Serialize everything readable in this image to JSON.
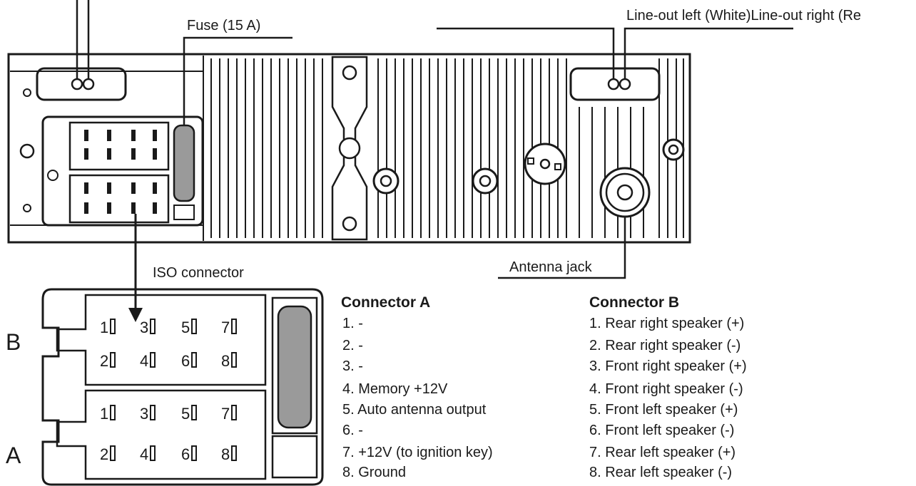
{
  "labels": {
    "fuse": "Fuse (15 A)",
    "line_out": "Line-out left (White)Line-out right (Re",
    "iso_connector": "ISO connector",
    "antenna_jack": "Antenna jack",
    "block_b": "B",
    "block_a": "A"
  },
  "pins": [
    "1",
    "2",
    "3",
    "4",
    "5",
    "6",
    "7",
    "8"
  ],
  "connector_a": {
    "title": "Connector A",
    "items": [
      "1. -",
      "2. -",
      "3. -",
      "4. Memory +12V",
      "5. Auto antenna output",
      "6. -",
      "7. +12V (to ignition key)",
      "8. Ground"
    ]
  },
  "connector_b": {
    "title": "Connector B",
    "items": [
      "1. Rear right speaker (+)",
      "2. Rear right speaker (-)",
      "3. Front right speaker (+)",
      "4. Front right speaker (-)",
      "5. Front left speaker (+)",
      "6. Front left speaker (-)",
      "7. Rear left speaker (+)",
      "8. Rear left speaker (-)"
    ]
  },
  "colors": {
    "line": "#1a1a1a",
    "fuse_fill": "#9a9a9a"
  }
}
